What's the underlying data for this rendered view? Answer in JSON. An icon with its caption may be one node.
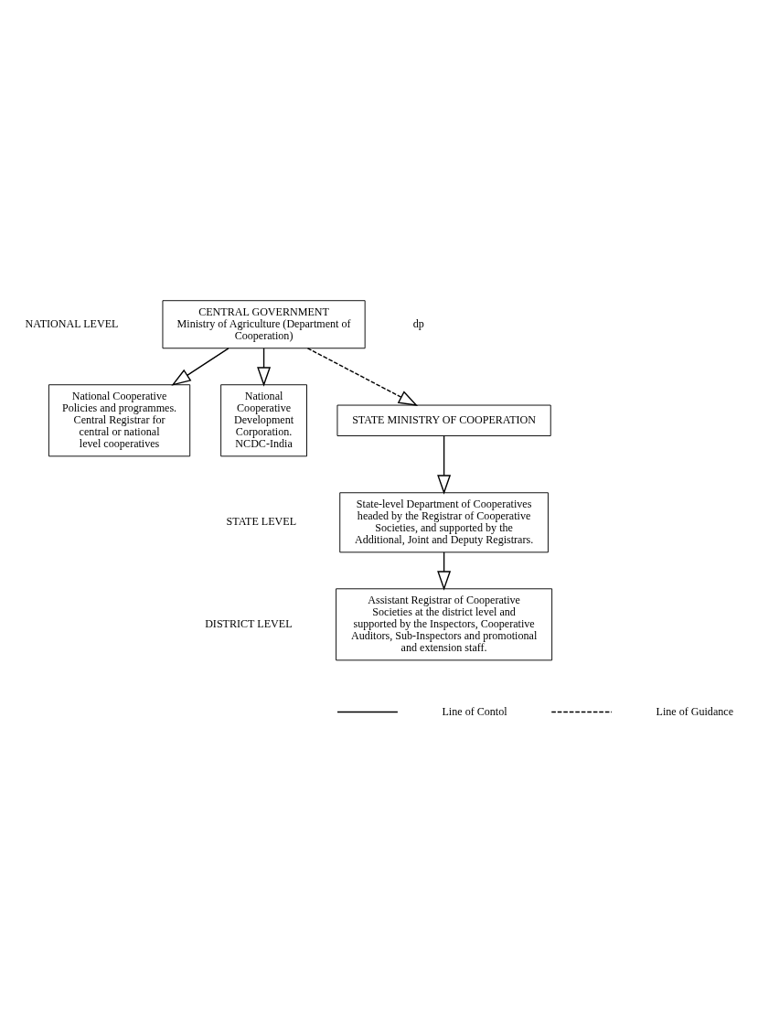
{
  "diagram": {
    "nodes": [
      {
        "text": [
          "CENTRAL GOVERNMENT",
          "Ministry of Agriculture (Department of Cooperation)"
        ]
      },
      {
        "text": [
          "National Cooperative Policies and programmes. Central Registrar for central or national level cooperatives"
        ]
      },
      {
        "text": [
          "National Cooperative Development Corporation. NCDC-India"
        ]
      },
      {
        "text": [
          "STATE MINISTRY OF COOPERATION"
        ]
      },
      {
        "text": [
          "State-level Department of Cooperatives headed by the Registrar of Cooperative Societies, and supported by the Additional, Joint and Deputy Registrars."
        ]
      },
      {
        "text": [
          "Assistant Registrar of Cooperative Societies at the district level and supported by the Inspectors, Cooperative Auditors, Sub-Inspectors and promotional and extension staff."
        ]
      }
    ],
    "edges": [
      {
        "from": 0,
        "to": 1,
        "arrow": "to"
      },
      {
        "from": 0,
        "to": 2,
        "arrow": "to"
      },
      {
        "from": 0,
        "to": 3,
        "arrow": "to",
        "style": "dashed"
      },
      {
        "from": 3,
        "to": 4,
        "arrow": "to"
      },
      {
        "from": 4,
        "to": 5,
        "arrow": "to"
      }
    ],
    "labels": [
      "NATIONAL LEVEL",
      "STATE LEVEL",
      "DISTRICT LEVEL",
      "dp"
    ],
    "legend": [
      {
        "text": "Line of Contol"
      },
      {
        "text": "Line of Guidance"
      }
    ]
  }
}
